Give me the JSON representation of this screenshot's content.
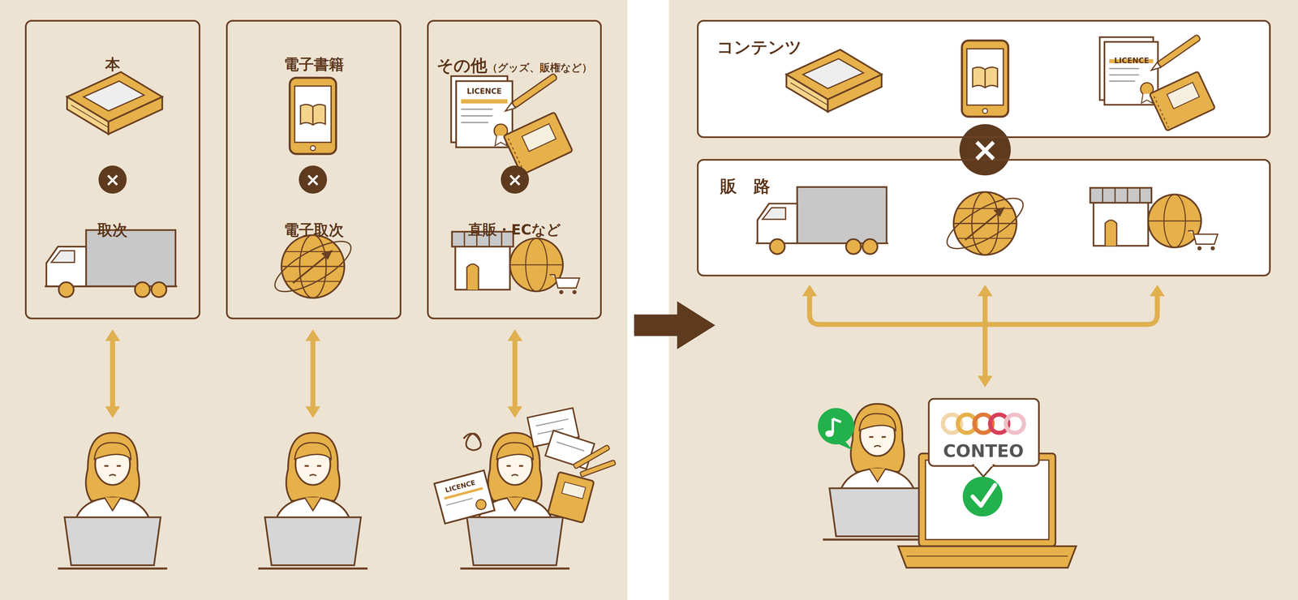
{
  "diagram": {
    "nodes": [
      {
        "text": [
          "本",
          "取次"
        ]
      },
      {
        "text": [
          "電子書籍",
          "電子取次"
        ]
      },
      {
        "text": [
          "その他",
          "（グッズ、販権など）",
          "直販・ECなど"
        ]
      },
      {
        "text": [
          "コンテンツ"
        ]
      },
      {
        "text": [
          "販　路"
        ]
      }
    ],
    "labels": [
      "LICENCE",
      "×",
      "×",
      "×",
      "×",
      "LICENCE",
      "LICENCE",
      "CONTEO"
    ]
  }
}
